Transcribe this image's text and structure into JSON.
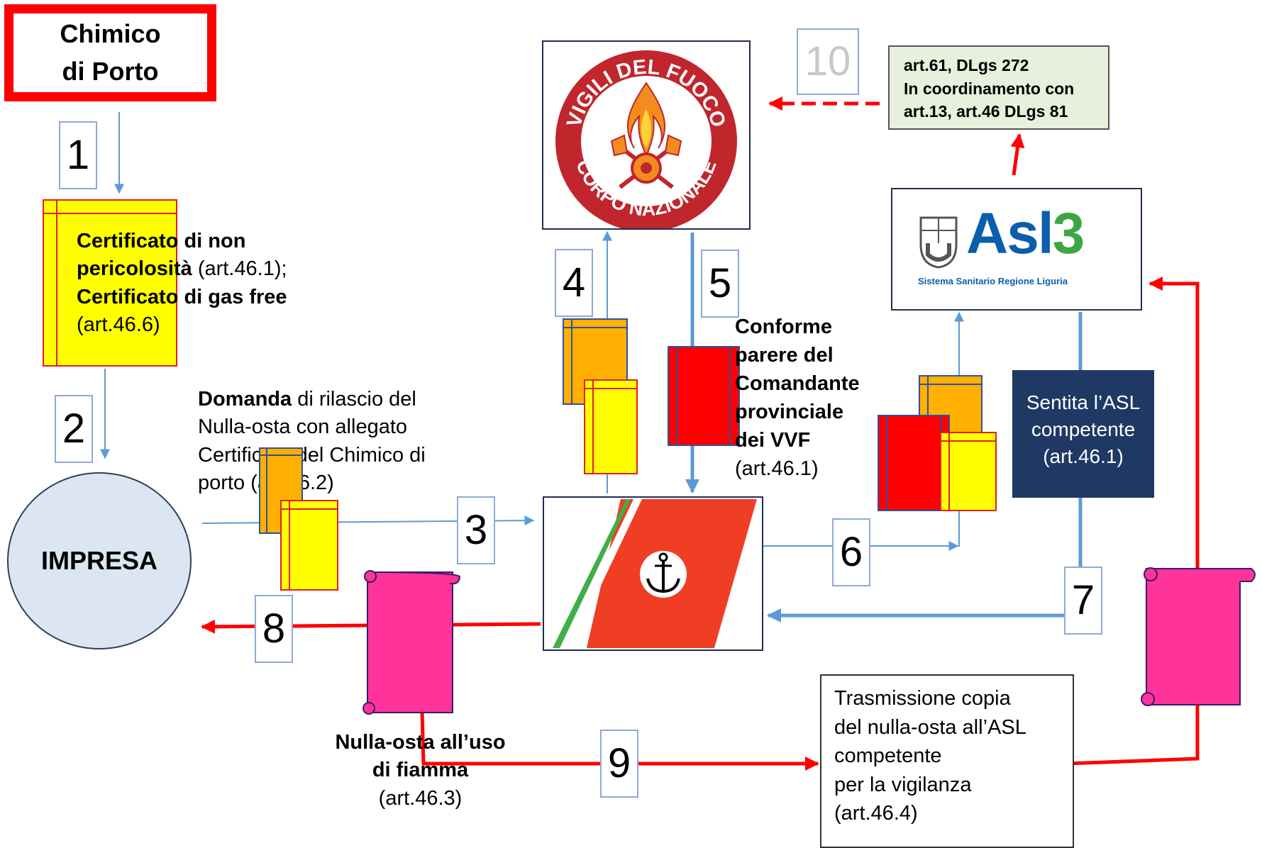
{
  "chimico": {
    "line1": "Chimico",
    "line2": "di Porto"
  },
  "impresa": "IMPRESA",
  "steps": [
    "1",
    "2",
    "3",
    "4",
    "5",
    "6",
    "7",
    "8",
    "9",
    "10"
  ],
  "cert_text": {
    "l1": "Certificato di non",
    "l2a": "pericolosità",
    "l2b": " (art.46.1);",
    "l3": "Certificato di gas free",
    "l4": "(art.46.6)"
  },
  "domanda_text": {
    "bold": "Domanda",
    "l1": " di rilascio del",
    "l2": "Nulla-osta con allegato",
    "l3": "Certificato del Chimico di",
    "l4": "porto (art.46.2)"
  },
  "conforme_text": {
    "l1": "Conforme",
    "l2": "parere del",
    "l3": "Comandante",
    "l4": "provinciale",
    "l5": "dei VVF",
    "l6": "(art.46.1)"
  },
  "law_box": {
    "l1": "art.61, DLgs 272",
    "l2": "In coordinamento con",
    "l3": "art.13, art.46 DLgs 81"
  },
  "sentita": {
    "l1": "Sentita l’ASL",
    "l2": "competente",
    "l3": "(art.46.1)"
  },
  "nullaosta_text": {
    "l1": "Nulla-osta all’uso",
    "l2": "di fiamma",
    "l3": "(art.46.3)"
  },
  "trasm_text": {
    "l1": "Trasmissione copia",
    "l2": "del nulla-osta all’ASL",
    "l3": "competente",
    "l4": "per la vigilanza",
    "l5": "(art.46.4)"
  },
  "vvf_logo": {
    "top": "VIGILI DEL FUOCO",
    "bottom": "CORPO NAZIONALE"
  },
  "asl_logo": {
    "name_a": "Asl",
    "name_b": "3",
    "sub": "Sistema Sanitario Regione Liguria"
  },
  "colors": {
    "red": "#ff0000",
    "blue_arrow": "#5b9bd5",
    "yellow": "#ffff00",
    "orange": "#ffc000",
    "pink": "#ff3399",
    "navy": "#1f3864",
    "law_bg": "#e6f0dc",
    "impresa_bg": "#dce6f2",
    "vvf_red": "#c0262c",
    "coast_red": "#ef3e23",
    "coast_green": "#3fae49",
    "asl_blue": "#0b5eab",
    "asl_green": "#3da644"
  }
}
